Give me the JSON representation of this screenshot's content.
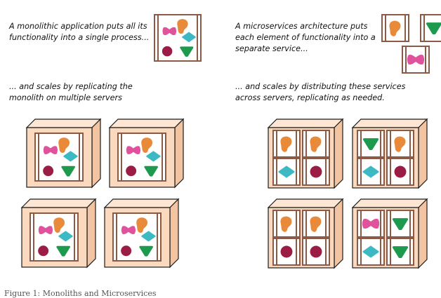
{
  "captions": {
    "monolith_intro": "A monolithic application puts all its\nfunctionality into a single process...",
    "microservice_intro": "A microservices architecture puts\neach element of functionality into a\nseparate service...",
    "monolith_scale": "... and scales by replicating the\nmonolith on multiple servers",
    "microservice_scale": "... and scales by distributing these services\nacross servers, replicating as needed."
  },
  "figure_caption": "Figure 1: Monoliths and Microservices",
  "colors": {
    "server_front": "#fbd9bf",
    "server_top": "#fde6d3",
    "server_side": "#f2c4a2",
    "outline": "#1c1c1c",
    "frame": "#8b5a47",
    "orange": "#e98a3a",
    "pink": "#e0529c",
    "teal": "#3db9c4",
    "maroon": "#9b1c45",
    "green": "#1e9a4e"
  },
  "shape_icons": {
    "orange": "orange-blob-icon",
    "pink": "pink-bowtie-icon",
    "teal": "teal-diamond-icon",
    "maroon": "maroon-circle-icon",
    "green": "green-triangle-icon"
  },
  "microservice_server_layouts": [
    [
      "orange",
      "orange",
      "teal",
      "maroon"
    ],
    [
      "green",
      "orange",
      "teal",
      "maroon"
    ],
    [
      "orange",
      "orange",
      "maroon",
      "maroon"
    ],
    [
      "pink",
      "green",
      "teal",
      "green"
    ]
  ]
}
